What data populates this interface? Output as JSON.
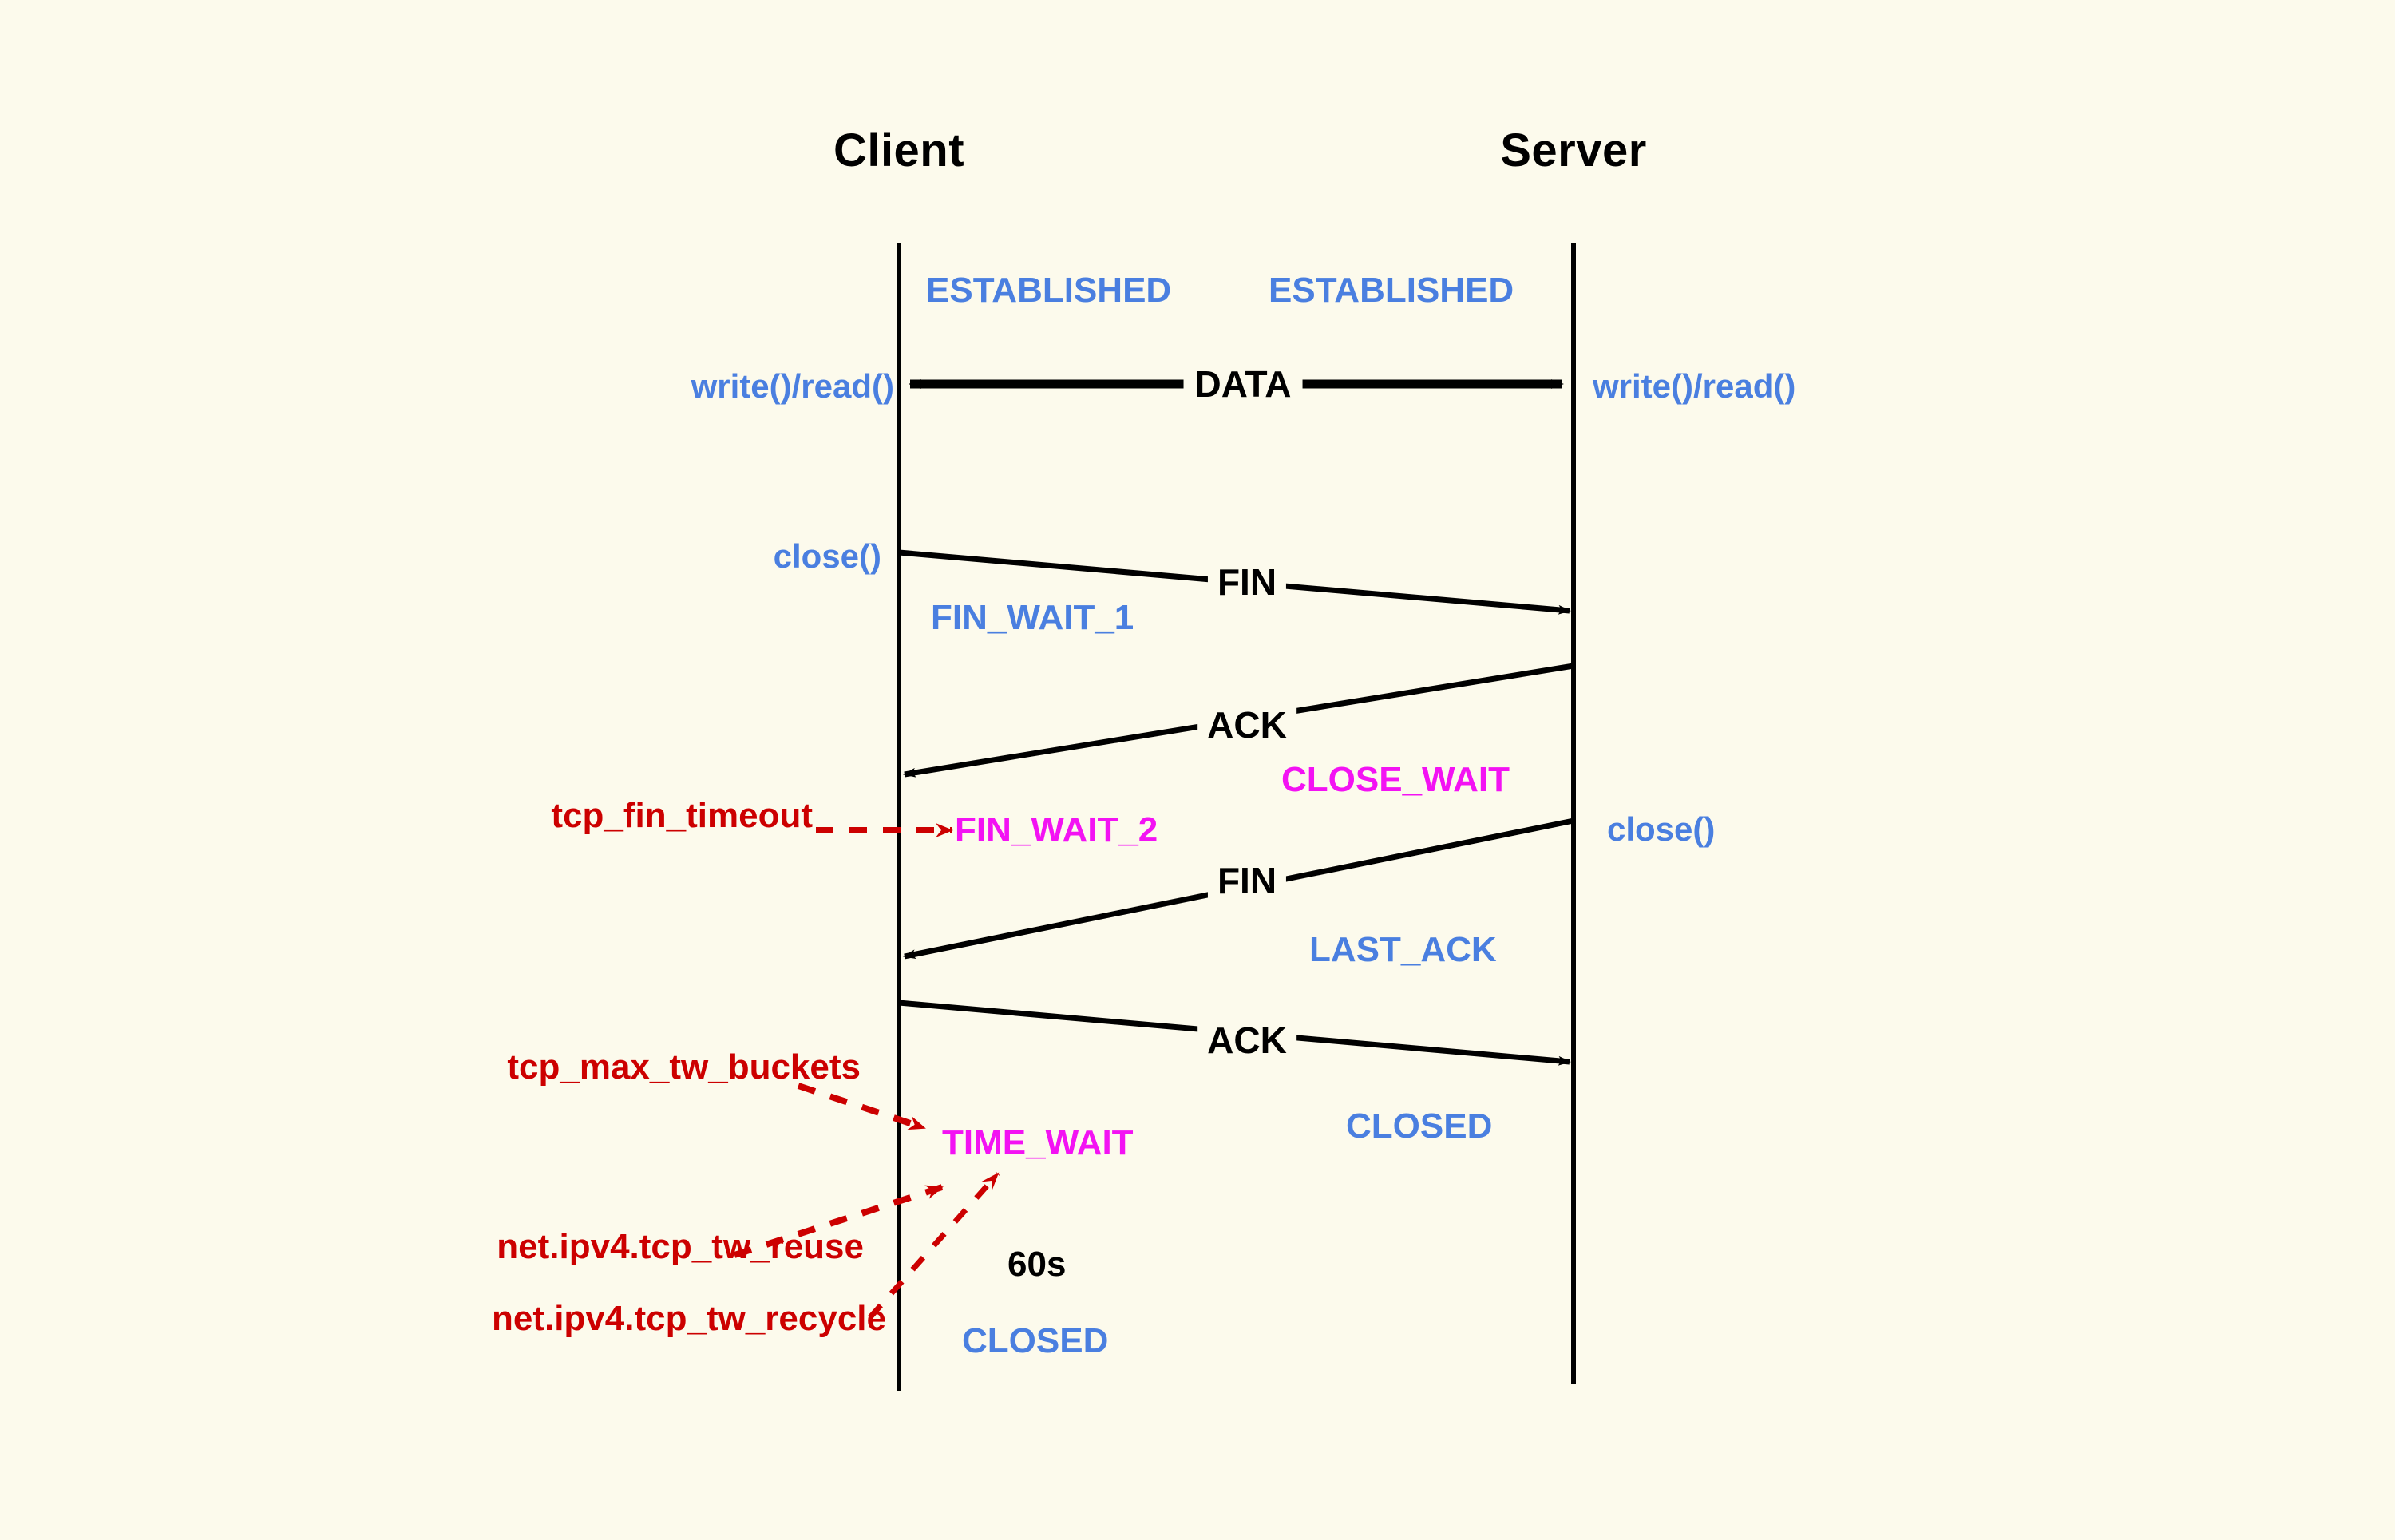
{
  "diagram": {
    "title_client": "Client",
    "title_server": "Server",
    "background_color": "#FCFAEC",
    "colors": {
      "state_normal": "#4A7FE0",
      "state_highlight": "#F312F3",
      "message": "#000000",
      "sysctl": "#CC0000",
      "lifeline": "#000000"
    }
  },
  "client": {
    "states": [
      {
        "label": "ESTABLISHED",
        "color": "normal"
      },
      {
        "label": "FIN_WAIT_1",
        "color": "normal"
      },
      {
        "label": "FIN_WAIT_2",
        "color": "highlight"
      },
      {
        "label": "TIME_WAIT",
        "color": "highlight"
      },
      {
        "label": "CLOSED",
        "color": "normal"
      }
    ],
    "api_calls": [
      {
        "label": "write()/read()"
      },
      {
        "label": "close()"
      }
    ],
    "timer": "60s"
  },
  "server": {
    "states": [
      {
        "label": "ESTABLISHED",
        "color": "normal"
      },
      {
        "label": "CLOSE_WAIT",
        "color": "highlight"
      },
      {
        "label": "LAST_ACK",
        "color": "normal"
      },
      {
        "label": "CLOSED",
        "color": "normal"
      }
    ],
    "api_calls": [
      {
        "label": "write()/read()"
      },
      {
        "label": "close()"
      }
    ]
  },
  "messages": [
    {
      "label": "DATA",
      "direction": "bidirectional"
    },
    {
      "label": "FIN",
      "direction": "client-to-server"
    },
    {
      "label": "ACK",
      "direction": "server-to-client"
    },
    {
      "label": "FIN",
      "direction": "server-to-client"
    },
    {
      "label": "ACK",
      "direction": "client-to-server"
    }
  ],
  "sysctl_annotations": [
    {
      "label": "tcp_fin_timeout",
      "target_state": "FIN_WAIT_2"
    },
    {
      "label": "tcp_max_tw_buckets",
      "target_state": "TIME_WAIT"
    },
    {
      "label": "net.ipv4.tcp_tw_reuse",
      "target_state": "TIME_WAIT"
    },
    {
      "label": "net.ipv4.tcp_tw_recycle",
      "target_state": "TIME_WAIT"
    }
  ]
}
